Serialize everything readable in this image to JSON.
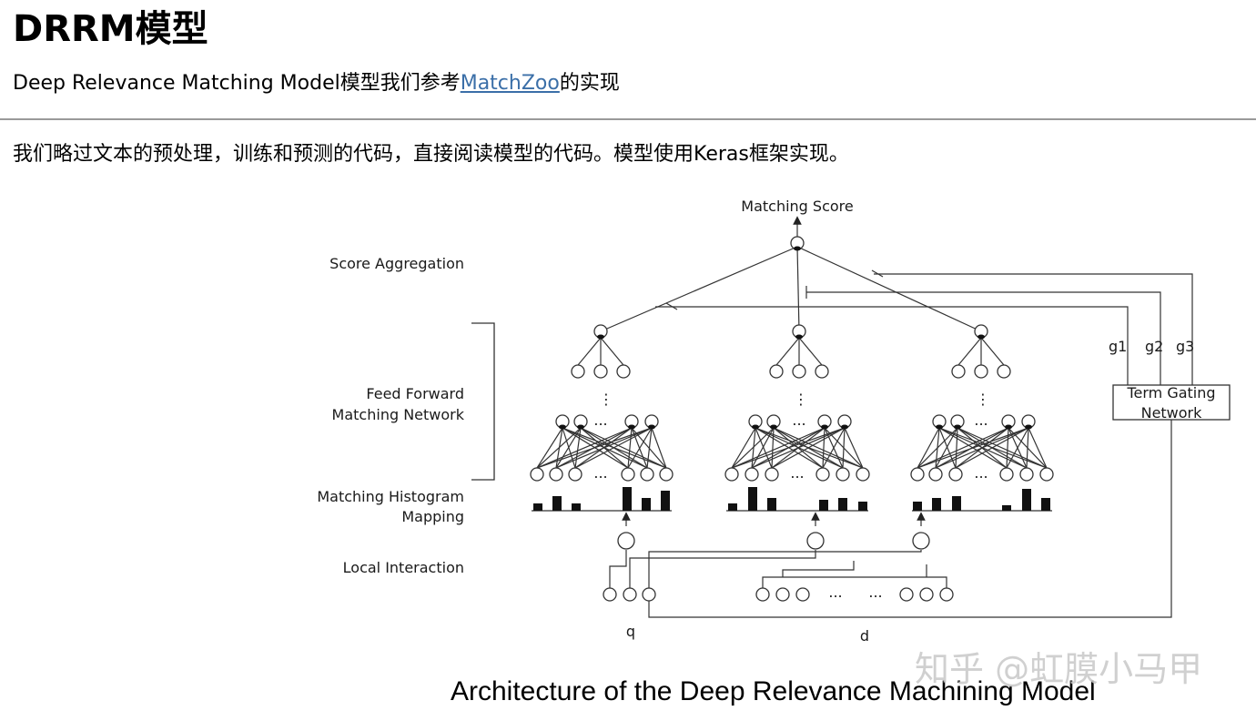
{
  "header": {
    "title": "DRRM模型",
    "subtitle_prefix": "Deep Relevance Matching Model模型我们参考",
    "subtitle_link": "MatchZoo",
    "subtitle_suffix": "的实现"
  },
  "body": {
    "paragraph": "我们略过文本的预处理，训练和预测的代码，直接阅读模型的代码。模型使用Keras框架实现。"
  },
  "diagram": {
    "matching_score": "Matching Score",
    "score_aggregation": "Score Aggregation",
    "ffn_line1": "Feed Forward",
    "ffn_line2": "Matching Network",
    "hist_line1": "Matching Histogram",
    "hist_line2": "Mapping",
    "local_interaction": "Local Interaction",
    "gate_line1": "Term Gating",
    "gate_line2": "Network",
    "g1": "g1",
    "g2": "g2",
    "g3": "g3",
    "q_label": "q",
    "d_label": "d",
    "ellipsis": "...",
    "vdots": "⋮",
    "caption": "Architecture of the Deep Relevance Machining Model"
  },
  "watermark": {
    "text": "知乎 @虹膜小马甲"
  }
}
